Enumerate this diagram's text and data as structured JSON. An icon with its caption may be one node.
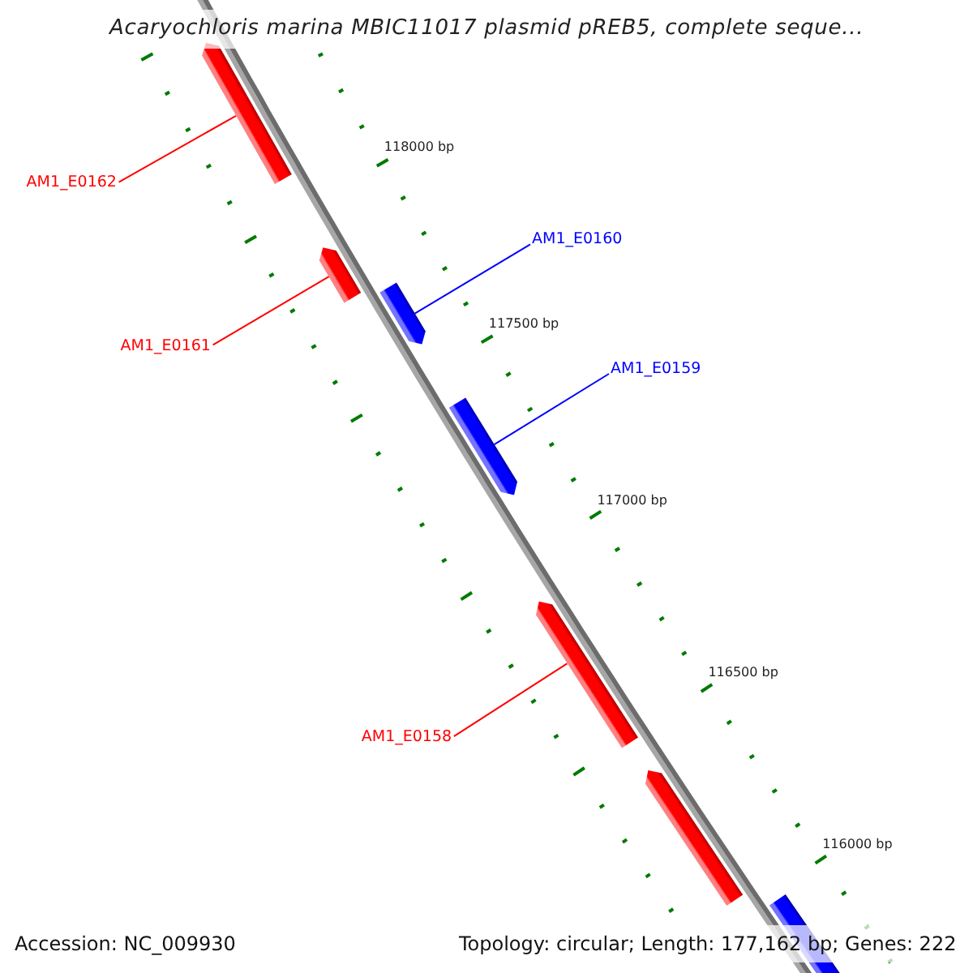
{
  "diagram": {
    "title": "Acaryochloris marina MBIC11017 plasmid pREB5, complete seque...",
    "nodes": [
      {
        "text": [
          "AM1_E0162"
        ]
      },
      {
        "text": [
          "AM1_E0160"
        ]
      },
      {
        "text": [
          "AM1_E0161"
        ]
      },
      {
        "text": [
          "AM1_E0159"
        ]
      },
      {
        "text": [
          "AM1_E0158"
        ]
      },
      {
        "text": [],
        "shape": "bar"
      },
      {
        "text": [],
        "shape": "bar"
      },
      {
        "text": [],
        "shape": "bar"
      },
      {
        "text": [],
        "shape": "bar"
      },
      {
        "text": [],
        "shape": "bar"
      },
      {
        "text": [],
        "shape": "bar"
      },
      {
        "text": [],
        "shape": "bar"
      }
    ],
    "edges": [
      {
        "from": 0,
        "to": 5,
        "arrow": "none"
      },
      {
        "from": 1,
        "to": 7,
        "arrow": "none",
        "color": "#0000ff"
      },
      {
        "from": 2,
        "to": 6,
        "arrow": "none"
      },
      {
        "from": 3,
        "to": 8,
        "arrow": "none",
        "color": "#0000ff"
      },
      {
        "from": 4,
        "to": 9,
        "arrow": "none"
      }
    ],
    "labels": [
      "118000 bp",
      "117500 bp",
      "117000 bp",
      "116500 bp",
      "116000 bp",
      "Accession: NC_009930",
      "Topology: circular; Length: 177,162 bp; Genes: 222"
    ]
  }
}
